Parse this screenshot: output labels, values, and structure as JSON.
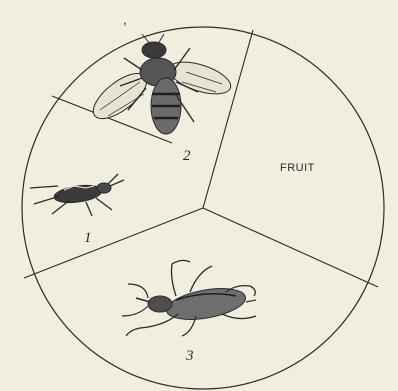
{
  "figure": {
    "segment_fruit": "FRUIT",
    "segment_1": "1",
    "segment_2": "2",
    "segment_3": "3",
    "colors": {
      "paper": "#f1eee0",
      "ink": "#2b2b2b"
    }
  }
}
